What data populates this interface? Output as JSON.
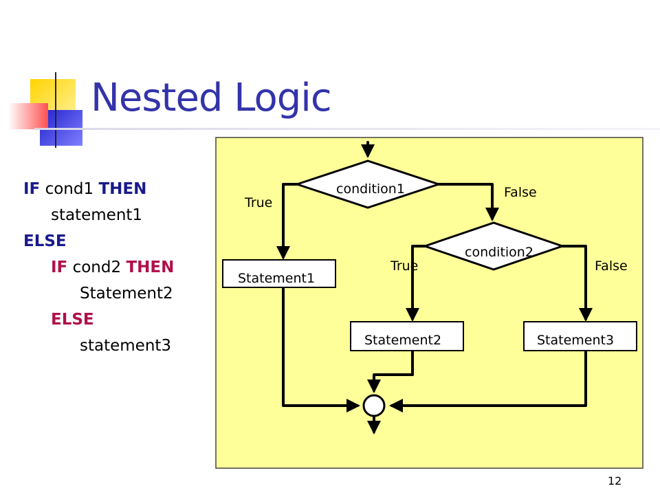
{
  "slide": {
    "title": "Nested Logic",
    "page_number": "12"
  },
  "code": {
    "line1_kw1": "IF",
    "line1_text": " cond1 ",
    "line1_kw2": "THEN",
    "line2": "statement1",
    "line3_kw": "ELSE",
    "line4_kw1": "IF",
    "line4_text": " cond2 ",
    "line4_kw2": "THEN",
    "line5": "Statement2",
    "line6_kw": "ELSE",
    "line7": "statement3"
  },
  "flowchart": {
    "condition1": "condition1",
    "condition2": "condition2",
    "true1": "True",
    "false1": "False",
    "true2": "True",
    "false2": "False",
    "statement1": "Statement1",
    "statement2": "Statement2",
    "statement3": "Statement3"
  },
  "colors": {
    "title": "#3333aa",
    "panel": "#ffff99",
    "keyword": "#b0104a"
  }
}
